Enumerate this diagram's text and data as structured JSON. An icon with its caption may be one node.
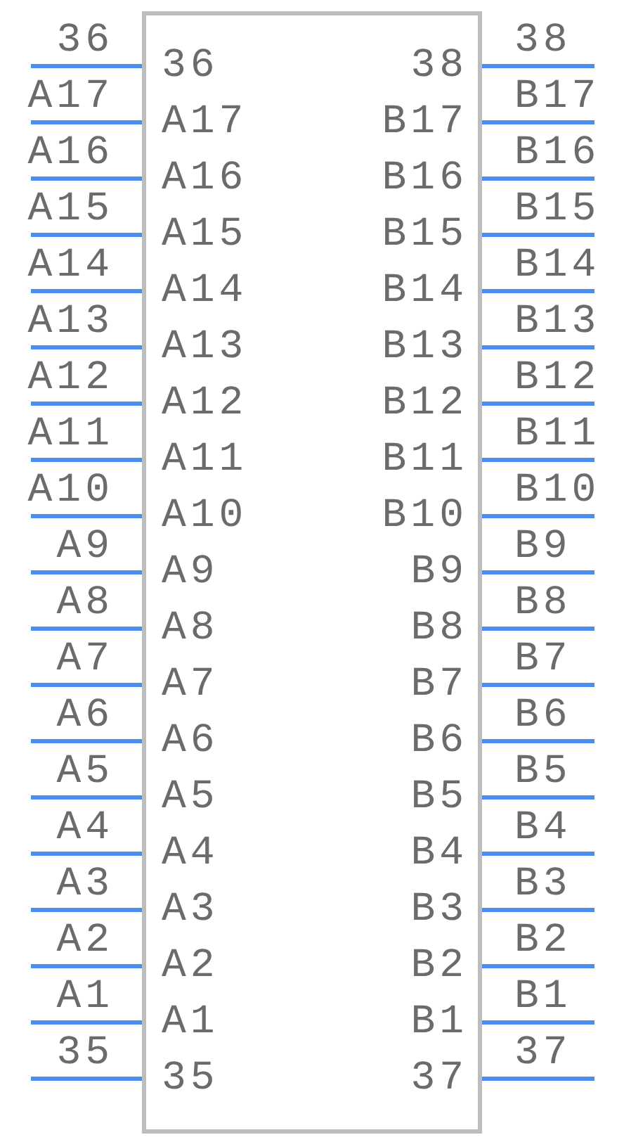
{
  "diagram": {
    "nodes": [
      {
        "text": [
          "36",
          "38",
          "A17",
          "B17",
          "A16",
          "B16",
          "A15",
          "B15",
          "A14",
          "B14",
          "A13",
          "B13",
          "A12",
          "B12",
          "A11",
          "B11",
          "A10",
          "B10",
          "A9",
          "B9",
          "A8",
          "B8",
          "A7",
          "B7",
          "A6",
          "B6",
          "A5",
          "B5",
          "A4",
          "B4",
          "A3",
          "B3",
          "A2",
          "B2",
          "A1",
          "B1",
          "35",
          "37"
        ]
      }
    ],
    "labels": [
      "36",
      "38",
      "A17",
      "B17",
      "A16",
      "B16",
      "A15",
      "B15",
      "A14",
      "B14",
      "A13",
      "B13",
      "A12",
      "B12",
      "A11",
      "B11",
      "A10",
      "B10",
      "A9",
      "B9",
      "A8",
      "B8",
      "A7",
      "B7",
      "A6",
      "B6",
      "A5",
      "B5",
      "A4",
      "B4",
      "A3",
      "B3",
      "A2",
      "B2",
      "A1",
      "B1",
      "35",
      "37"
    ]
  }
}
